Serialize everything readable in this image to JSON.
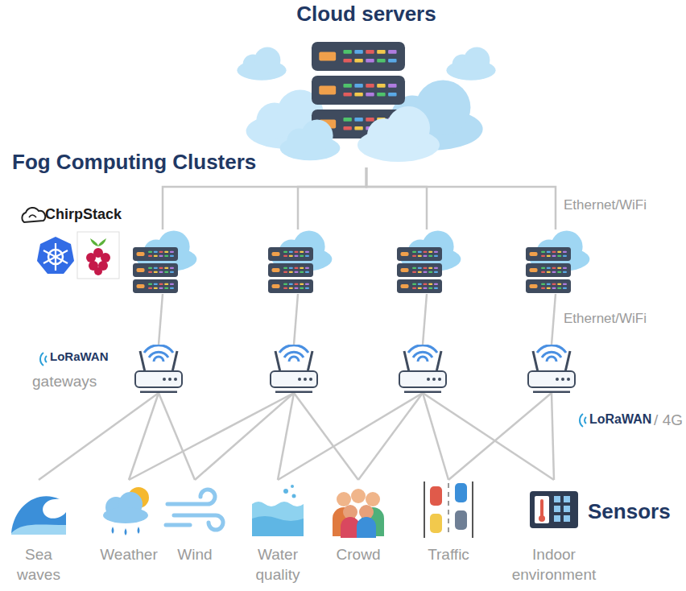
{
  "diagram": {
    "nodes": [
      {
        "text": [
          "Cloud servers"
        ]
      },
      {
        "text": []
      },
      {
        "text": []
      },
      {
        "text": []
      },
      {
        "text": []
      },
      {
        "text": []
      },
      {
        "text": []
      },
      {
        "text": []
      },
      {
        "text": []
      },
      {
        "text": [
          "Sea waves"
        ]
      },
      {
        "text": [
          "Weather"
        ]
      },
      {
        "text": [
          "Wind"
        ]
      },
      {
        "text": [
          "Water quality"
        ]
      },
      {
        "text": [
          "Crowd"
        ]
      },
      {
        "text": [
          "Traffic"
        ]
      },
      {
        "text": [
          "Indoor environment"
        ]
      }
    ],
    "edges": [
      {
        "from": 0,
        "to": 1,
        "arrow": "none"
      },
      {
        "from": 0,
        "to": 2,
        "arrow": "none"
      },
      {
        "from": 0,
        "to": 3,
        "arrow": "none"
      },
      {
        "from": 0,
        "to": 4,
        "arrow": "none"
      },
      {
        "from": 1,
        "to": 5,
        "arrow": "none"
      },
      {
        "from": 2,
        "to": 6,
        "arrow": "none"
      },
      {
        "from": 3,
        "to": 7,
        "arrow": "none"
      },
      {
        "from": 4,
        "to": 8,
        "arrow": "none"
      },
      {
        "from": 5,
        "to": 9,
        "arrow": "none"
      },
      {
        "from": 5,
        "to": 10,
        "arrow": "none"
      },
      {
        "from": 5,
        "to": 11,
        "arrow": "none"
      },
      {
        "from": 6,
        "to": 10,
        "arrow": "none"
      },
      {
        "from": 6,
        "to": 11,
        "arrow": "none"
      },
      {
        "from": 6,
        "to": 12,
        "arrow": "none"
      },
      {
        "from": 6,
        "to": 13,
        "arrow": "none"
      },
      {
        "from": 7,
        "to": 12,
        "arrow": "none"
      },
      {
        "from": 7,
        "to": 13,
        "arrow": "none"
      },
      {
        "from": 7,
        "to": 14,
        "arrow": "none"
      },
      {
        "from": 7,
        "to": 15,
        "arrow": "none"
      },
      {
        "from": 8,
        "to": 14,
        "arrow": "none"
      },
      {
        "from": 8,
        "to": 15,
        "arrow": "none"
      }
    ],
    "labels": [
      "Fog Computing Clusters",
      "ChirpStack",
      "Ethernet/WiFi",
      "Ethernet/WiFi",
      "LoRaWAN",
      "gateways",
      "LoRaWAN",
      "/ 4G",
      "Sensors"
    ]
  }
}
